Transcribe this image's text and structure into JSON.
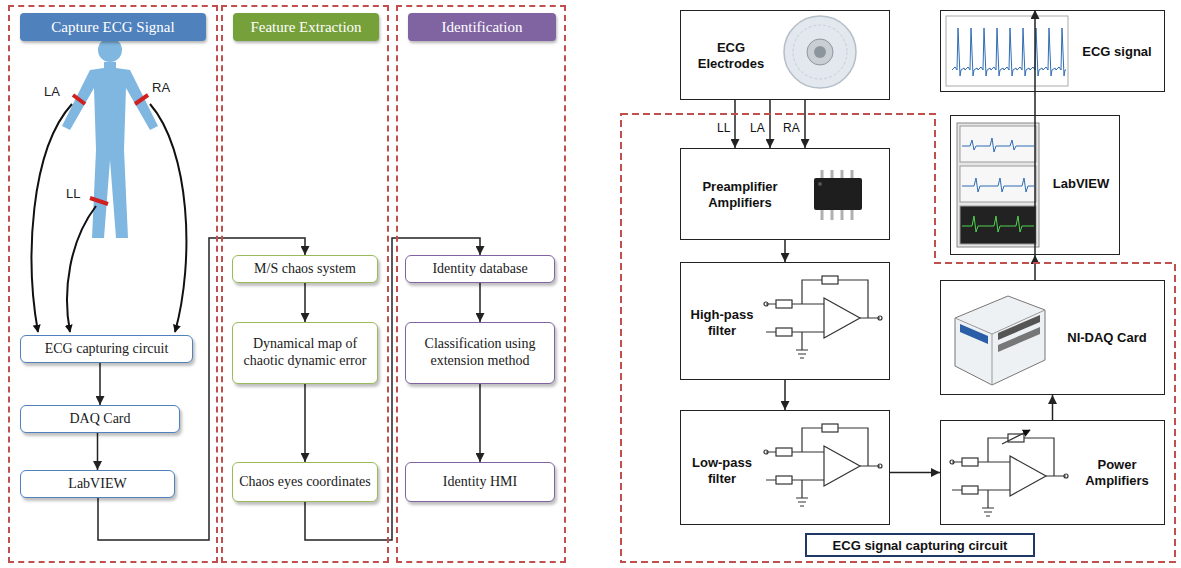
{
  "diagram": {
    "nodes": [
      {
        "text": [
          "Capture ECG Signal"
        ]
      },
      {
        "text": [
          "ECG capturing circuit"
        ],
        "in": 0
      },
      {
        "text": [
          "DAQ Card"
        ],
        "in": 0
      },
      {
        "text": [
          "LabVIEW"
        ],
        "in": 0
      },
      {
        "text": [
          "Feature Extraction"
        ]
      },
      {
        "text": [
          "M/S chaos system"
        ],
        "in": 4
      },
      {
        "text": [
          "Dynamical map of chaotic dynamic error"
        ],
        "in": 4
      },
      {
        "text": [
          "Chaos eyes coordinates"
        ],
        "in": 4
      },
      {
        "text": [
          "Identification"
        ]
      },
      {
        "text": [
          "Identity database"
        ],
        "in": 8
      },
      {
        "text": [
          "Classification using extension method"
        ],
        "in": 8
      },
      {
        "text": [
          "Identity HMI"
        ],
        "in": 8
      },
      {
        "text": [
          "ECG Electrodes"
        ]
      },
      {
        "text": [
          "ECG signal"
        ]
      },
      {
        "text": [
          "ECG signal capturing circuit"
        ]
      },
      {
        "text": [
          "Preamplifier Amplifiers"
        ],
        "in": 14
      },
      {
        "text": [
          "High-pass filter"
        ],
        "in": 14
      },
      {
        "text": [
          "Low-pass filter"
        ],
        "in": 14
      },
      {
        "text": [
          "LabVIEW"
        ]
      },
      {
        "text": [
          "NI-DAQ Card"
        ],
        "in": 14
      },
      {
        "text": [
          "Power Amplifiers"
        ],
        "in": 14
      }
    ],
    "edges": [
      {
        "from": 1,
        "to": 2,
        "arrow": "to"
      },
      {
        "from": 2,
        "to": 3,
        "arrow": "to"
      },
      {
        "from": 3,
        "to": 5,
        "arrow": "to"
      },
      {
        "from": 5,
        "to": 6,
        "arrow": "to"
      },
      {
        "from": 6,
        "to": 7,
        "arrow": "to"
      },
      {
        "from": 7,
        "to": 9,
        "arrow": "to"
      },
      {
        "from": 9,
        "to": 10,
        "arrow": "to"
      },
      {
        "from": 10,
        "to": 11,
        "arrow": "to"
      },
      {
        "from": 12,
        "to": 15,
        "label": "LL",
        "arrow": "to"
      },
      {
        "from": 12,
        "to": 15,
        "label": "LA",
        "arrow": "to"
      },
      {
        "from": 12,
        "to": 15,
        "label": "RA",
        "arrow": "to"
      },
      {
        "from": 15,
        "to": 16,
        "arrow": "to"
      },
      {
        "from": 16,
        "to": 17,
        "arrow": "to"
      },
      {
        "from": 17,
        "to": 20,
        "arrow": "to"
      },
      {
        "from": 20,
        "to": 19,
        "arrow": "to"
      },
      {
        "from": 19,
        "to": 18,
        "arrow": "to"
      },
      {
        "from": 18,
        "to": 13,
        "arrow": "to"
      }
    ],
    "labels": [
      "LA",
      "RA",
      "LL"
    ]
  }
}
